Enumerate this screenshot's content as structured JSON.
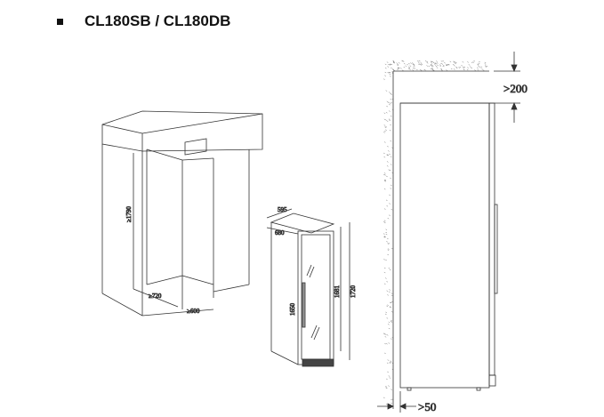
{
  "title": "CL180SB / CL180DB",
  "niche": {
    "height": "≥1790",
    "depth": "≥720",
    "width": "≥600"
  },
  "cabinet": {
    "width": "595",
    "depth": "680",
    "height_body": "1650",
    "height_door": "1681",
    "height_total": "1720"
  },
  "clearance": {
    "top": ">200",
    "side": ">50"
  }
}
